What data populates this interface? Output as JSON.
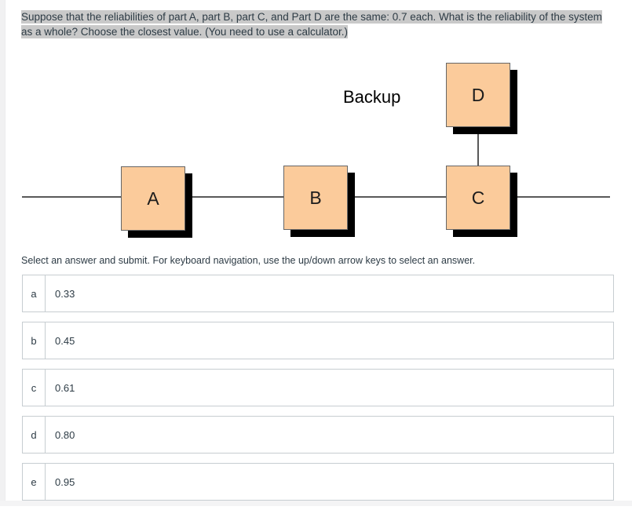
{
  "question": {
    "text": "Suppose that the reliabilities of part A, part B, part C, and Part D are the same: 0.7 each. What is the reliability of the system as a whole? Choose the closest value. (You need to use a calculator.)",
    "highlight_color": "#c9c9c9",
    "text_color": "#2d3b45"
  },
  "diagram": {
    "backup_label": "Backup",
    "boxes": [
      {
        "label": "A"
      },
      {
        "label": "B"
      },
      {
        "label": "C"
      },
      {
        "label": "D"
      }
    ],
    "box_fill_color": "#fbcb9b",
    "box_shadow_color": "#000000",
    "connector_color": "#595959"
  },
  "instructions": "Select an answer and submit. For keyboard navigation, use the up/down arrow keys to select an answer.",
  "options": [
    {
      "letter": "a",
      "value": "0.33"
    },
    {
      "letter": "b",
      "value": "0.45"
    },
    {
      "letter": "c",
      "value": "0.61"
    },
    {
      "letter": "d",
      "value": "0.80"
    },
    {
      "letter": "e",
      "value": "0.95"
    }
  ]
}
